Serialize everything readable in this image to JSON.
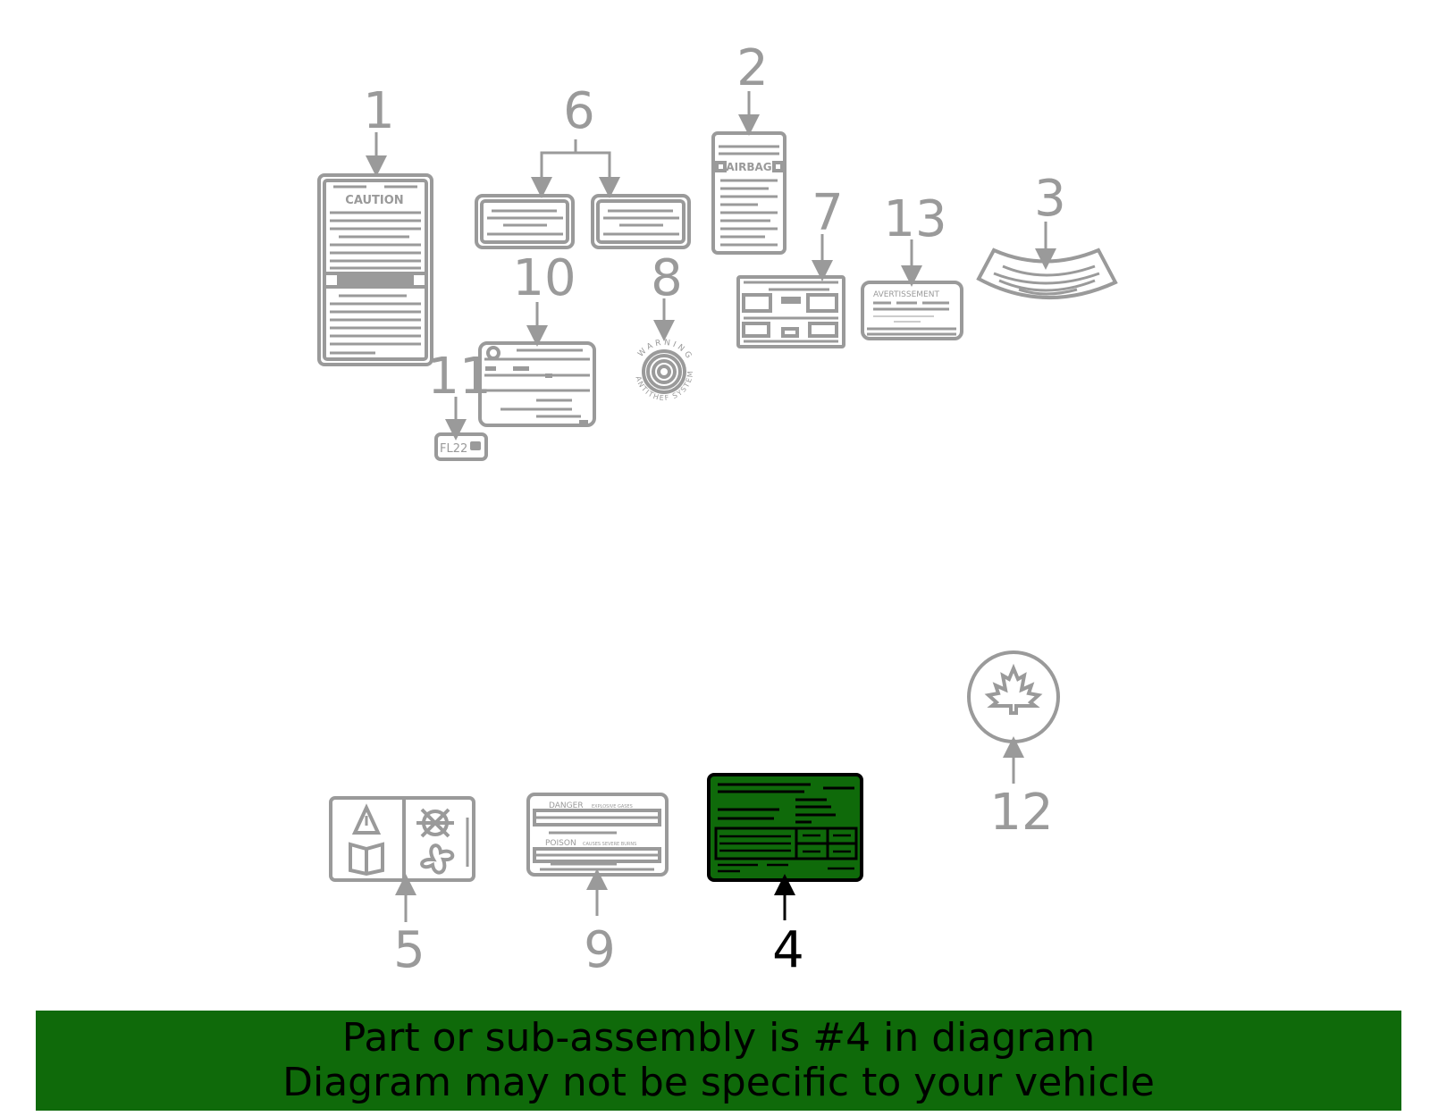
{
  "callouts": {
    "n1": "1",
    "n2": "2",
    "n3": "3",
    "n4": "4",
    "n5": "5",
    "n6": "6",
    "n7": "7",
    "n8": "8",
    "n9": "9",
    "n10": "10",
    "n11": "11",
    "n12": "12",
    "n13": "13"
  },
  "label_text": {
    "caution": "CAUTION",
    "airbag": "AIRBAG",
    "avertissement": "AVERTISSEMENT",
    "fl22": "FL22",
    "warning_arc": "WARNING",
    "antitheft_arc": "ANTITHEF SYSTEM",
    "danger": "DANGER",
    "explosive_gases": "EXPLOSIVE GASES",
    "poison": "POISON",
    "causes_severe_burns": "CAUSES SEVERE BURNS"
  },
  "banner": {
    "line1": "Part or sub-assembly is #4 in diagram",
    "line2": "Diagram may not be specific to your vehicle"
  },
  "colors": {
    "highlight_fill": "#0f6a0a",
    "banner_bg": "#0f6a0a",
    "part_gray": "#9a9a9a"
  }
}
